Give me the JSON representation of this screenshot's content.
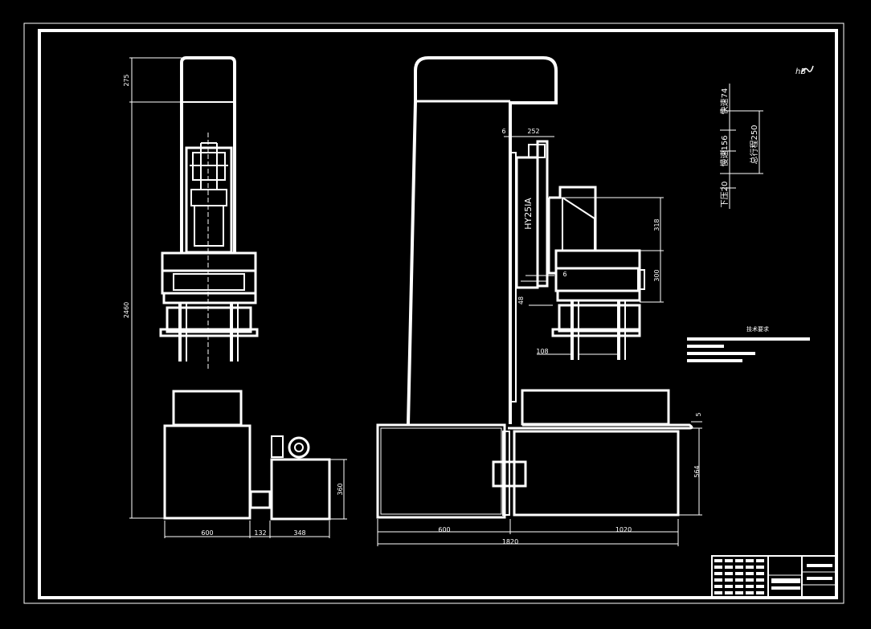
{
  "colors": {
    "background": "#000000",
    "line": "#ffffff"
  },
  "model_label": "HY25lA",
  "left_view": {
    "dims": {
      "top_h": "275",
      "total_h": "2460",
      "base_w": "600",
      "gap": "132",
      "tank_w": "348",
      "tank_h": "360"
    }
  },
  "main_view": {
    "dims": {
      "gap6": "6",
      "arm": "252",
      "h318": "318",
      "h300": "300",
      "d6": "6",
      "d48": "48",
      "d108": "108",
      "d5": "5",
      "h564": "564",
      "w600": "600",
      "w1020": "1020",
      "w1820": "1820"
    }
  },
  "stroke_diagram": {
    "labels": [
      "快速74",
      "慢速156",
      "总行程250",
      "下压20"
    ]
  },
  "tech_requirements": {
    "title": "技术要求"
  },
  "signature": "hB"
}
